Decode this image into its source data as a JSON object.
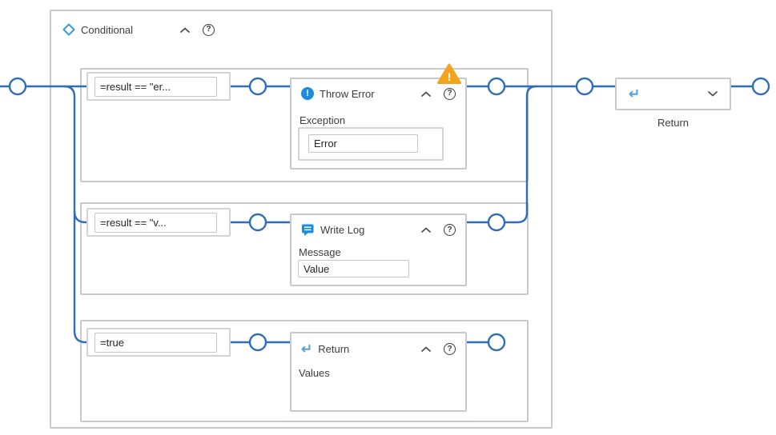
{
  "icons": {
    "exclamation": "!",
    "help": "?",
    "return_arrow": "↵",
    "conditional_diamond": "diamond-outline",
    "write_log_bubble": "speech-bubble",
    "warning_triangle": "amber-triangle"
  },
  "colors": {
    "connector_blue": "#2f6db8",
    "accent_blue": "#1b8de0",
    "light_blue": "#58a4d8",
    "warning_amber": "#f2a51c",
    "border_gray": "#c8c8ce",
    "text_dark": "#3c3c3c"
  },
  "conditional": {
    "title": "Conditional",
    "branches": [
      {
        "condition": "=result == \"er...",
        "action": {
          "title": "Throw Error",
          "field_label": "Exception",
          "field_value": "Error"
        }
      },
      {
        "condition": "=result == \"v...",
        "action": {
          "title": "Write Log",
          "field_label": "Message",
          "field_value": "Value"
        }
      },
      {
        "condition": "=true",
        "action": {
          "title": "Return",
          "field_label": "Values"
        }
      }
    ]
  },
  "return_node": {
    "label": "Return"
  }
}
